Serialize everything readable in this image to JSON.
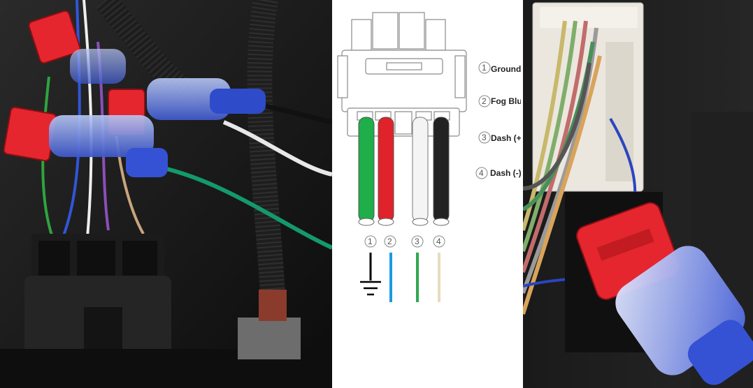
{
  "diagram": {
    "pins": [
      {
        "num": "1",
        "label": "Ground"
      },
      {
        "num": "2",
        "label": "Fog Blue"
      },
      {
        "num": "3",
        "label": "Dash (+)"
      },
      {
        "num": "4",
        "label": "Dash (-)"
      }
    ],
    "wire_colors": [
      "#1fae4a",
      "#e0222a",
      "#f2f2f2",
      "#222222"
    ],
    "pinout_colors": [
      "#000000",
      "#1a9be0",
      "#2fa84f",
      "#e7dcc0"
    ]
  }
}
